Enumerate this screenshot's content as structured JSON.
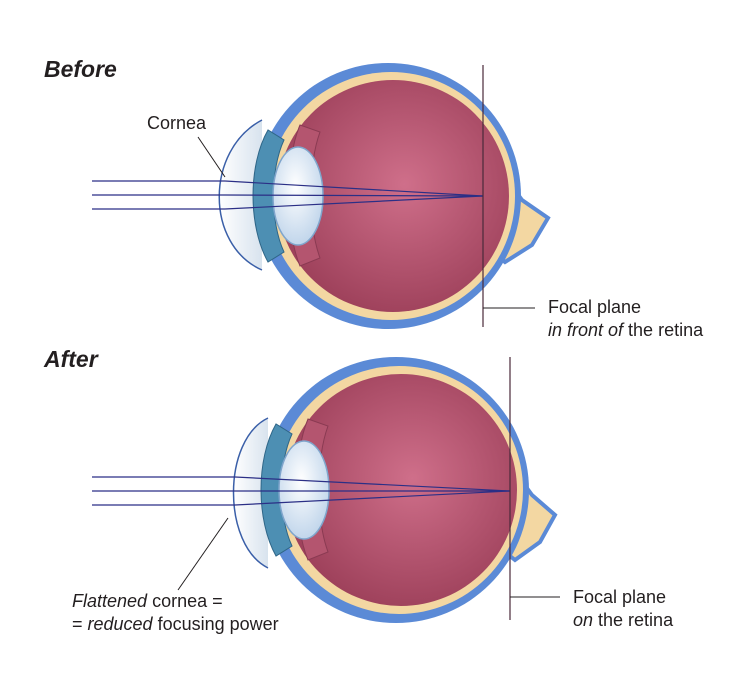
{
  "before": {
    "title": "Before",
    "cornea_label": "Cornea",
    "focal_line1": "Focal plane",
    "focal_line2_em": "in front of",
    "focal_line2_rest": " the retina"
  },
  "after": {
    "title": "After",
    "cornea_line1_em": "Flattened",
    "cornea_line1_rest": " cornea =",
    "cornea_line2_pre": "= ",
    "cornea_line2_em": "reduced",
    "cornea_line2_rest": " focusing power",
    "focal_line1": "Focal plane",
    "focal_line2_em": "on",
    "focal_line2_rest": " the retina"
  },
  "colors": {
    "sclera": "#5b8ad6",
    "choroid": "#f3d7a2",
    "vitreous": "#a84a64",
    "iris": "#4d8fb3",
    "lens": "#dbe9f7",
    "cornea": "#eef3f8",
    "optic_nerve": "#f3d7a2",
    "light_ray": "#2b2f86"
  }
}
